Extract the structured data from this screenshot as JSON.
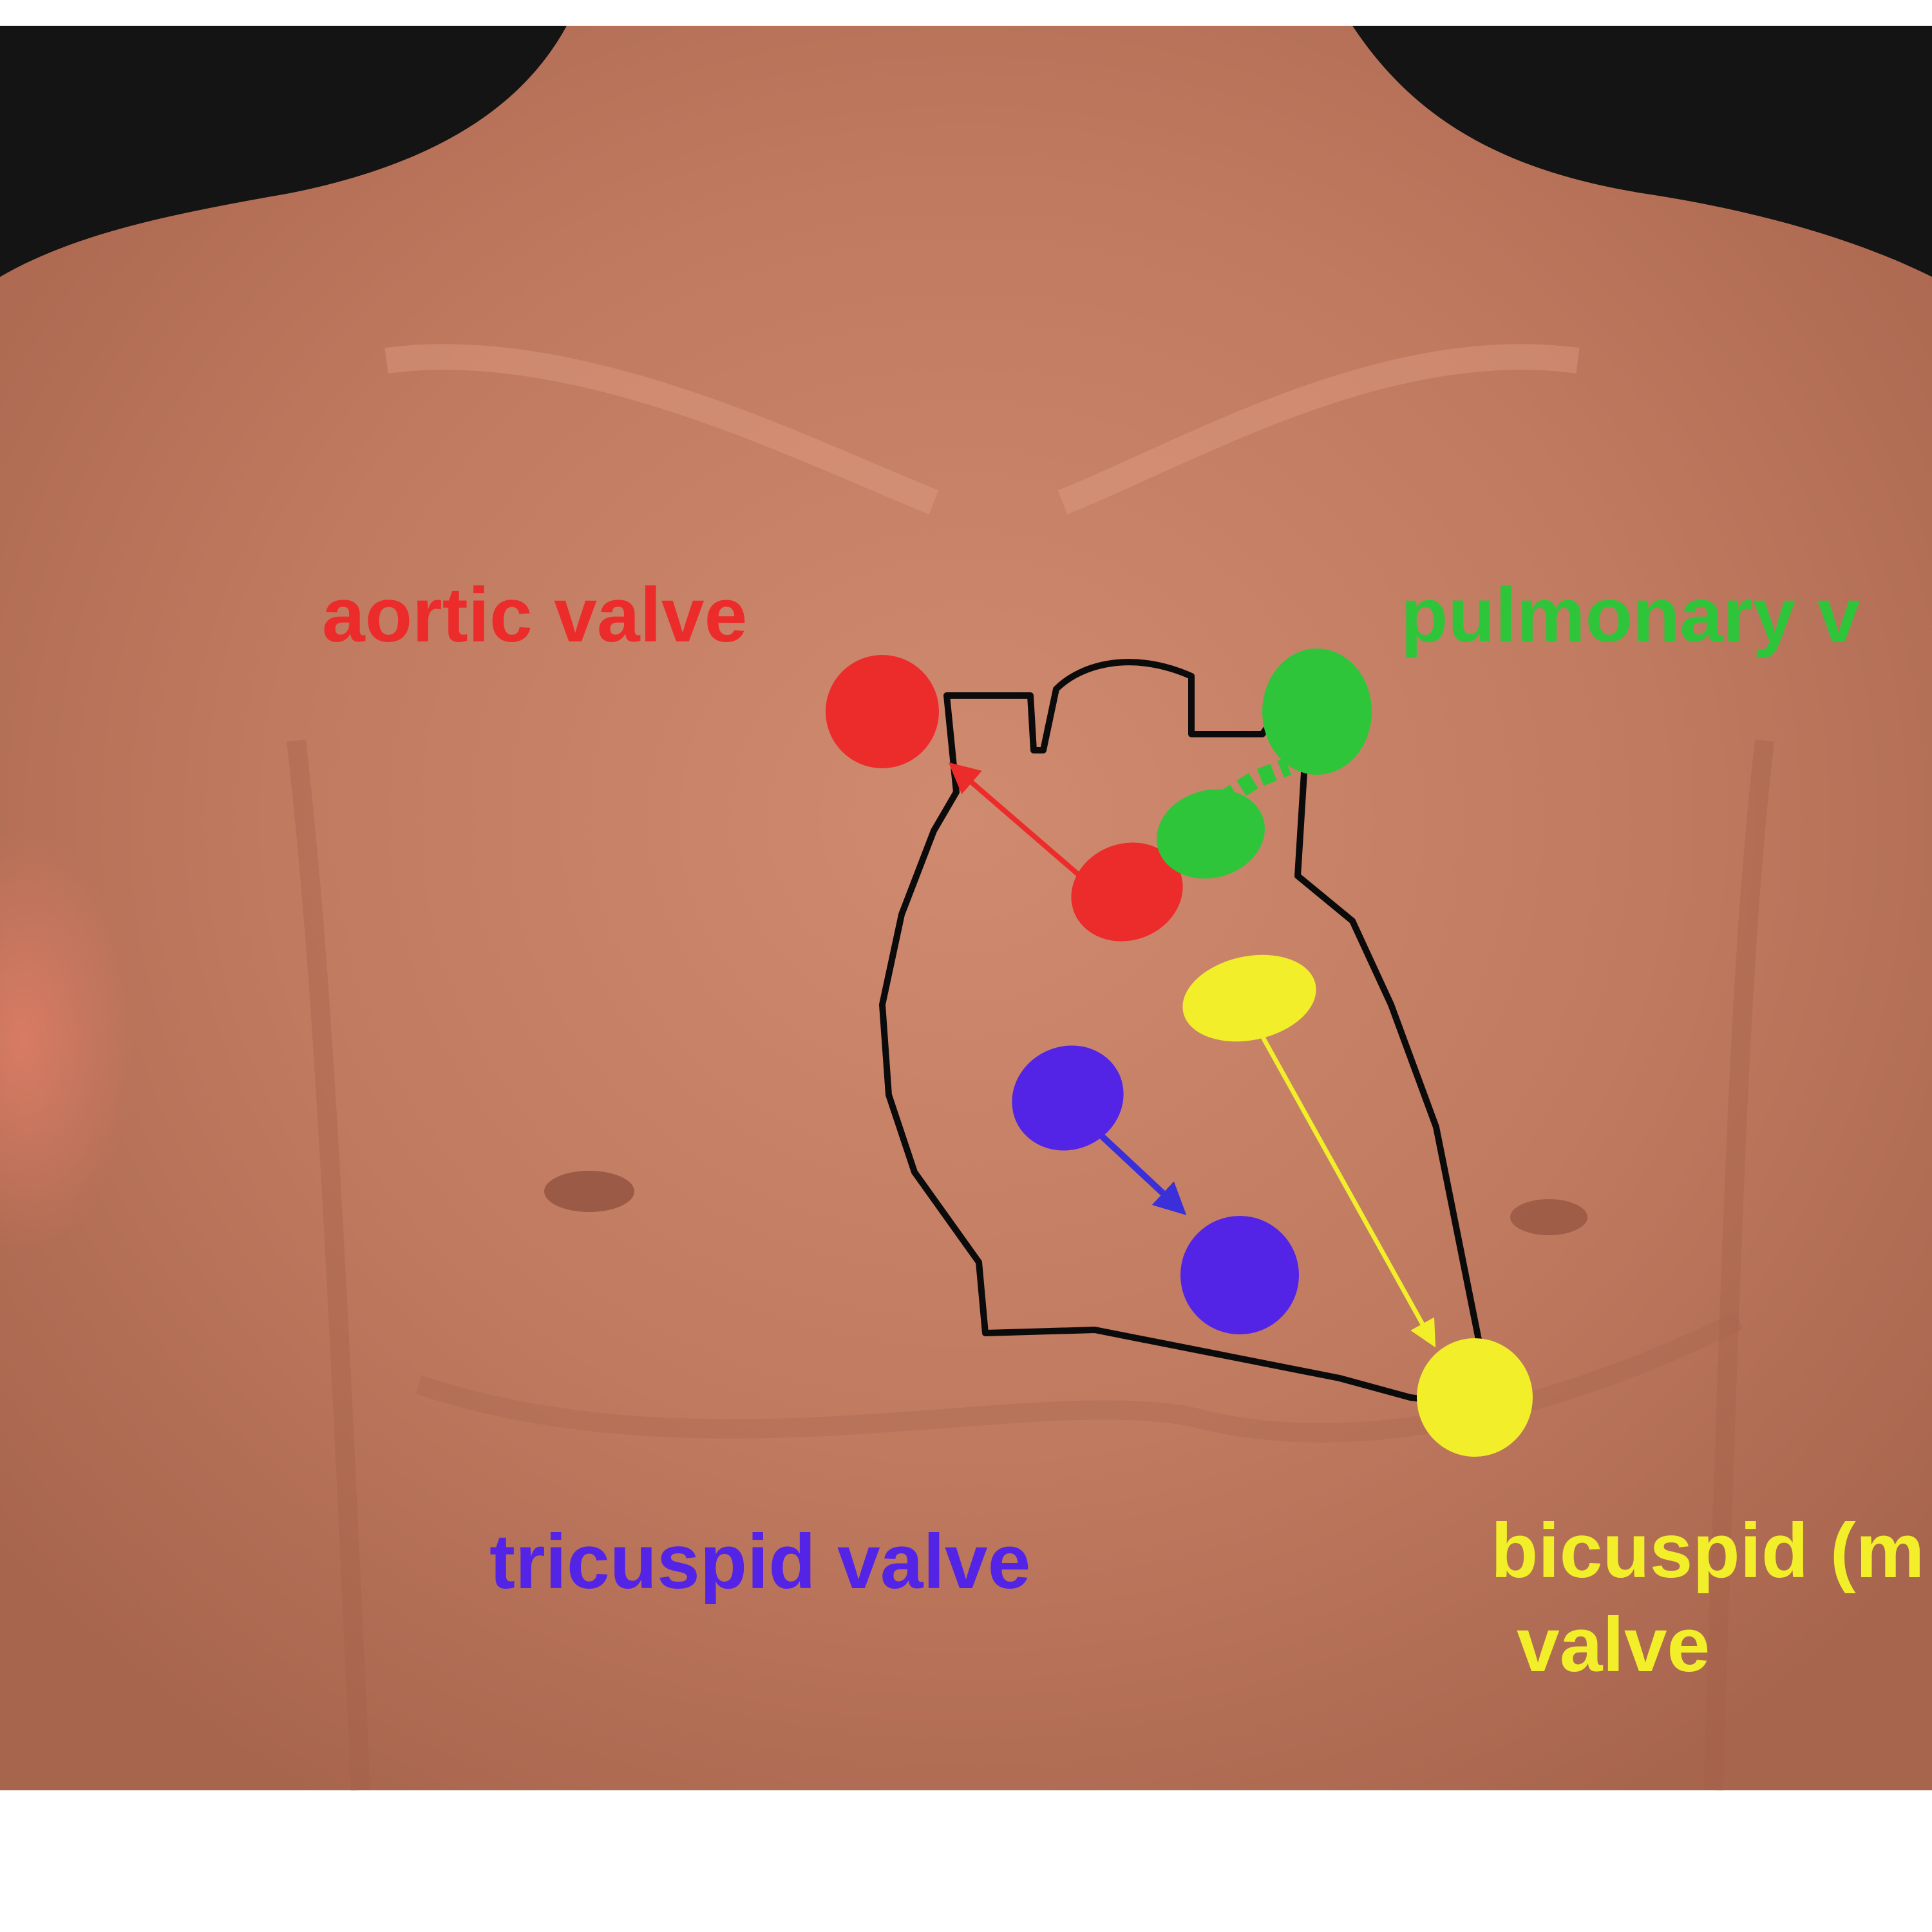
{
  "labels": {
    "aortic": "aortic valve",
    "pulmonary": "pulmonary v",
    "tricuspid": "tricuspid valve",
    "bicuspid_line1": "bicuspid (m",
    "bicuspid_line2": "valve"
  },
  "colors": {
    "aortic": "#ec2b2b",
    "pulmonary": "#2fc53a",
    "tricuspid": "#5424e6",
    "bicuspid": "#f2ee2a",
    "heart_outline": "#0b0b0b",
    "background_dark": "#141414",
    "skin": "#c98368"
  },
  "icons": {
    "aortic": "red-dot-marker",
    "pulmonary": "green-dot-marker",
    "tricuspid": "blue-dot-marker",
    "bicuspid": "yellow-dot-marker"
  }
}
